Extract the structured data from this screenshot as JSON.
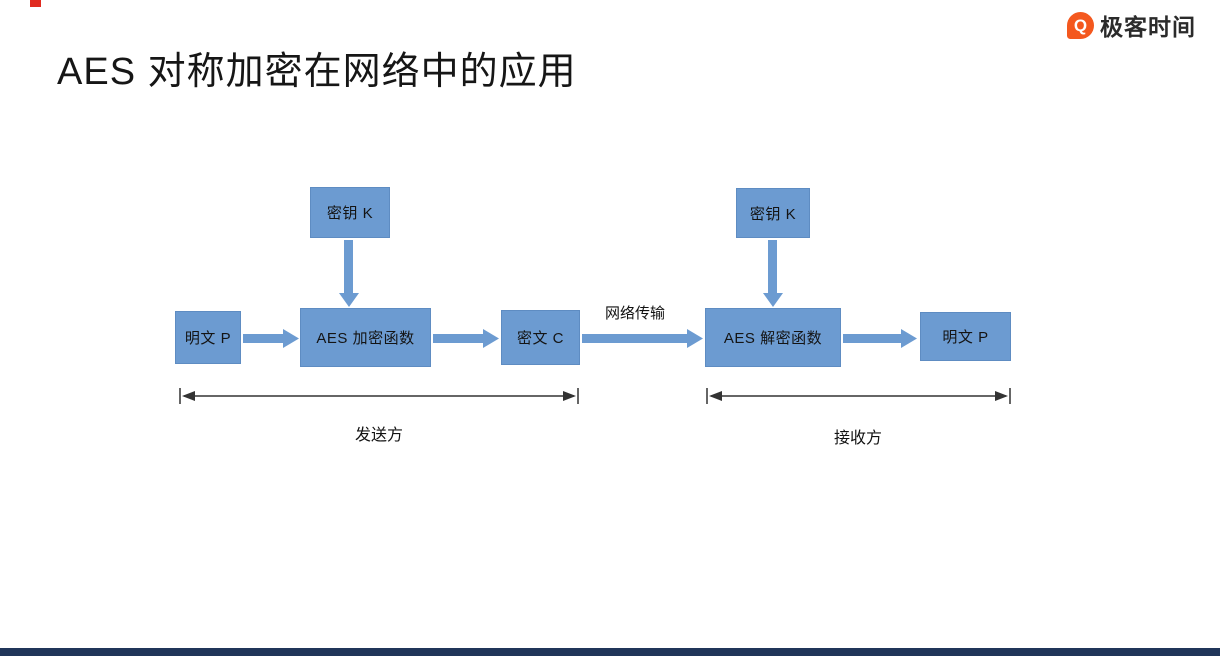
{
  "header": {
    "title": "AES 对称加密在网络中的应用",
    "logo_text": "极客时间",
    "logo_icon_glyph": "Q"
  },
  "diagram": {
    "nodes": {
      "sender_key": "密钥 K",
      "plain_in": "明文 P",
      "encrypt_fn": "AES 加密函数",
      "cipher": "密文  C",
      "decrypt_fn": "AES 解密函数",
      "plain_out": "明文 P",
      "receiver_key": "密钥 K"
    },
    "labels": {
      "network": "网络传输",
      "sender_group": "发送方",
      "receiver_group": "接收方"
    },
    "colors": {
      "box_fill": "#6c9bd1",
      "box_border": "#5e8cc2",
      "arrow_blue": "#6c9bd1",
      "dimension_line": "#333333",
      "footer_bar": "#203559",
      "logo_orange": "#f4581e",
      "corner_mark_red": "#e02b20"
    }
  }
}
